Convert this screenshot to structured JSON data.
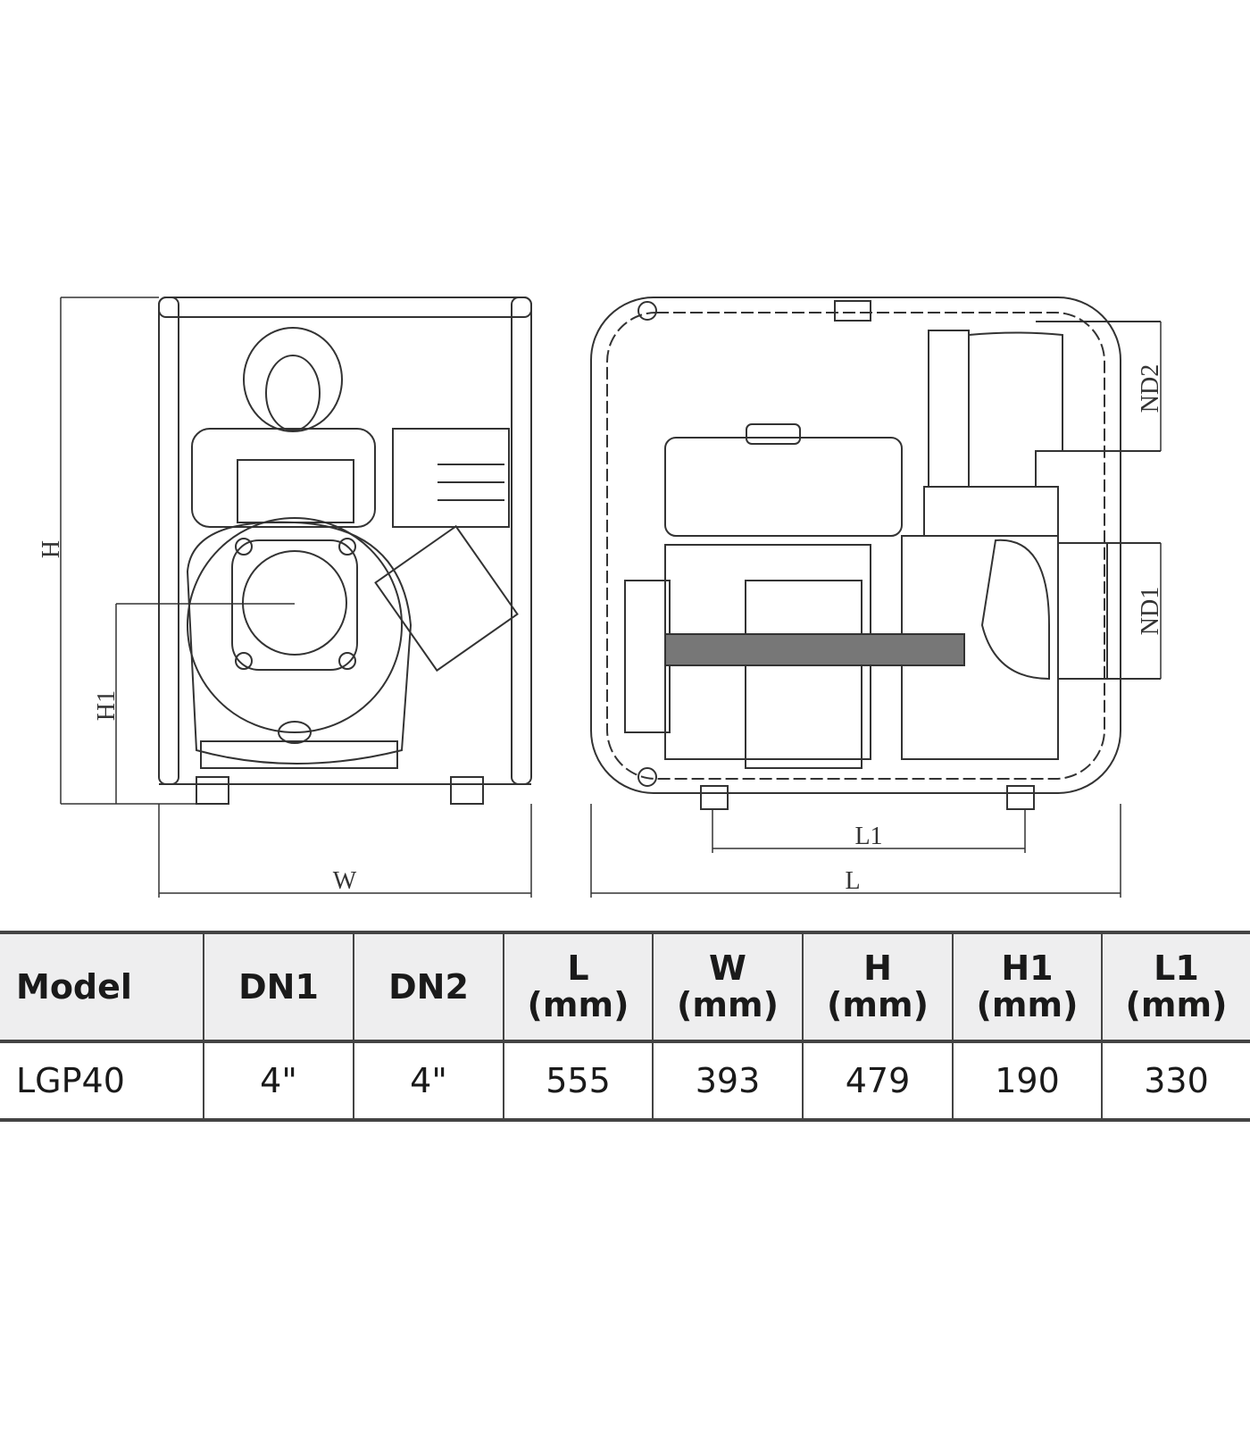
{
  "drawing": {
    "front_view_labels": {
      "height": "H",
      "height1": "H1",
      "width": "W"
    },
    "side_view_labels": {
      "length": "L",
      "length1": "L1",
      "outlet": "ND2",
      "inlet": "ND1"
    }
  },
  "table": {
    "headers": [
      {
        "line1": "Model",
        "line2": ""
      },
      {
        "line1": "DN1",
        "line2": ""
      },
      {
        "line1": "DN2",
        "line2": ""
      },
      {
        "line1": "L",
        "line2": "(mm)"
      },
      {
        "line1": "W",
        "line2": "(mm)"
      },
      {
        "line1": "H",
        "line2": "(mm)"
      },
      {
        "line1": "H1",
        "line2": "(mm)"
      },
      {
        "line1": "L1",
        "line2": "(mm)"
      }
    ],
    "rows": [
      [
        "LGP40",
        "4\"",
        "4\"",
        "555",
        "393",
        "479",
        "190",
        "330"
      ]
    ]
  },
  "colors": {
    "line": "#333333",
    "header_bg": "#eeeeef",
    "border": "#444444"
  }
}
